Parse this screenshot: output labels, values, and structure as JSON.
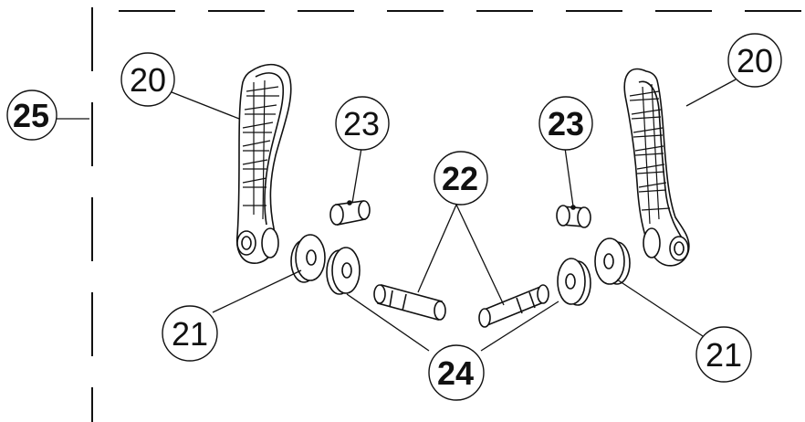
{
  "diagram": {
    "callouts": [
      {
        "id": "c20-left",
        "label": "20",
        "bold": false
      },
      {
        "id": "c20-right",
        "label": "20",
        "bold": false
      },
      {
        "id": "c25",
        "label": "25",
        "bold": true
      },
      {
        "id": "c23-left",
        "label": "23",
        "bold": false
      },
      {
        "id": "c23-right",
        "label": "23",
        "bold": true
      },
      {
        "id": "c22",
        "label": "22",
        "bold": true
      },
      {
        "id": "c21-left",
        "label": "21",
        "bold": false
      },
      {
        "id": "c21-right",
        "label": "21",
        "bold": false
      },
      {
        "id": "c24",
        "label": "24",
        "bold": true
      }
    ]
  }
}
